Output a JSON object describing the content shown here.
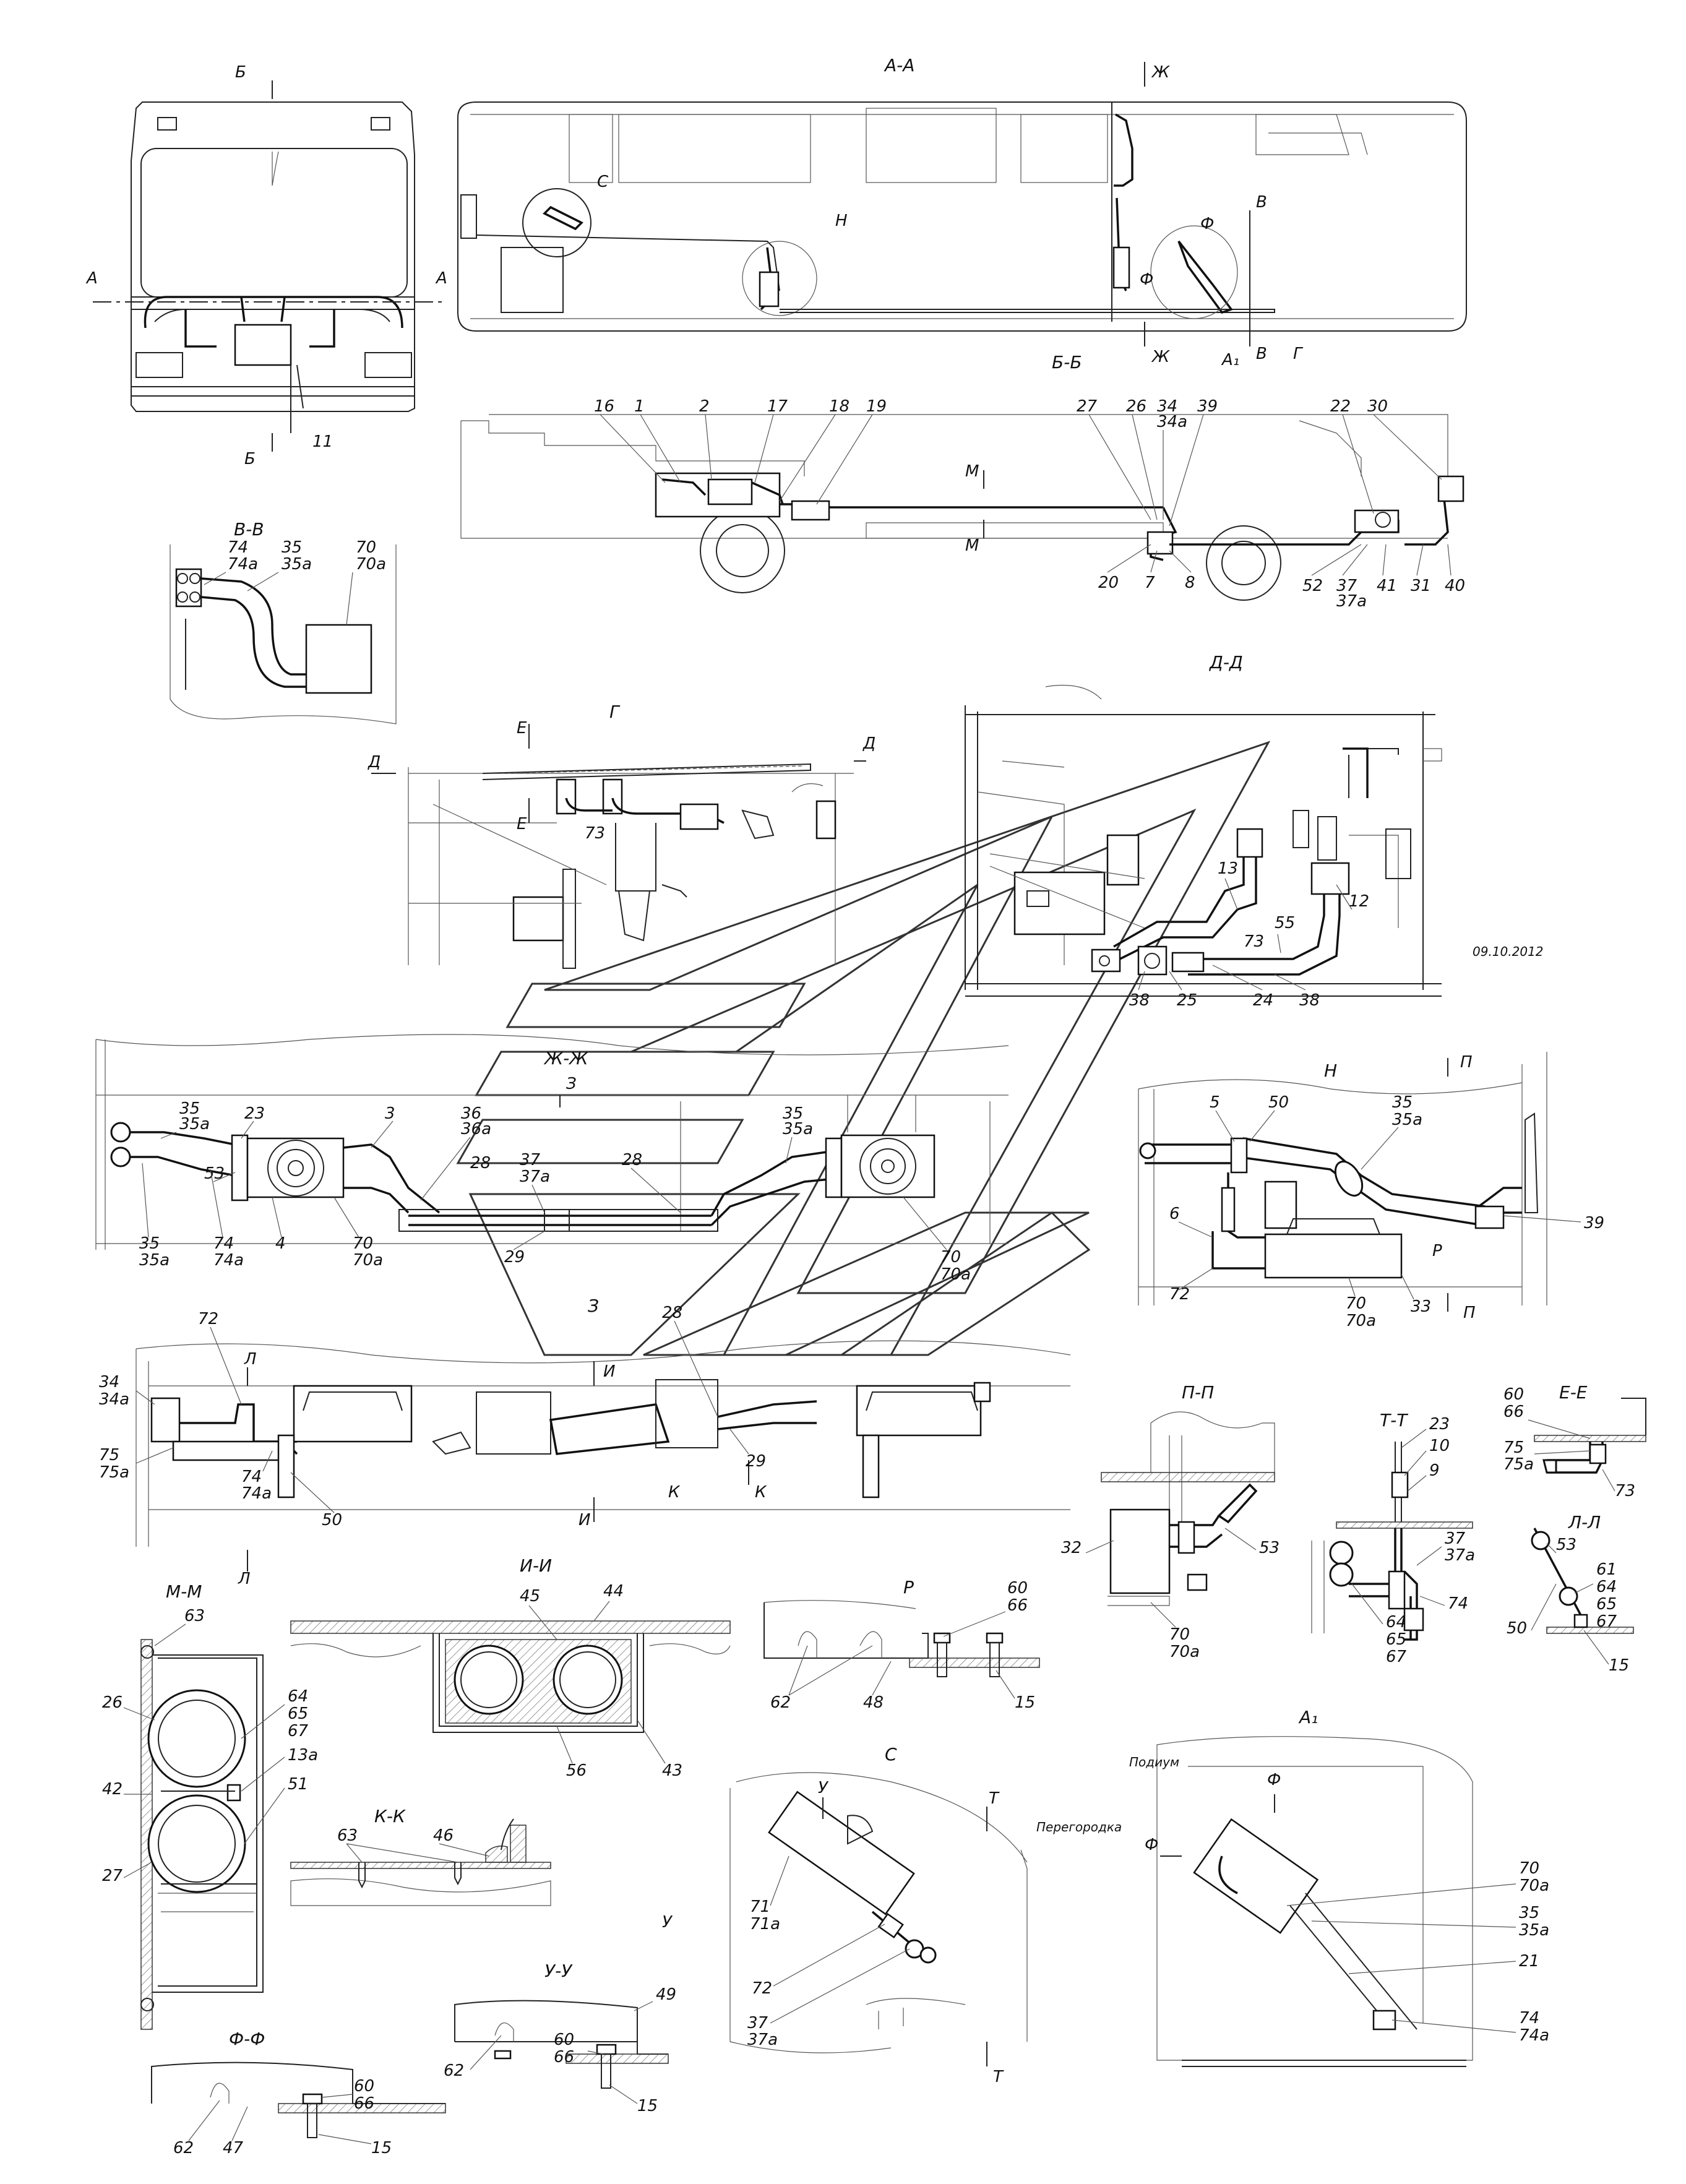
{
  "sections": {
    "a_a": "А-А",
    "b_b": "Б-Б",
    "v_v": "В-В",
    "g": "Г",
    "d_d": "Д-Д",
    "zh_zh": "Ж-Ж",
    "n": "Н",
    "z": "З",
    "p_p": "П-П",
    "t_t": "Т-Т",
    "e_e": "Е-Е",
    "l_l": "Л-Л",
    "m_m": "М-М",
    "i_i": "И-И",
    "r": "Р",
    "k_k": "К-К",
    "s": "С",
    "a1": "А₁",
    "f_f": "Ф-Ф",
    "u_u": "У-У"
  },
  "markers": {
    "a": "А",
    "b": "Б",
    "v": "В",
    "g": "Г",
    "d": "Д",
    "e": "Е",
    "zh": "Ж",
    "z": "З",
    "i": "И",
    "k": "К",
    "l": "Л",
    "m": "М",
    "n": "Н",
    "p": "П",
    "r": "Р",
    "s": "С",
    "t": "Т",
    "u": "У",
    "f": "Ф",
    "a1": "А₁"
  },
  "annotations": {
    "date": "09.10.2012",
    "podium": "Подиум",
    "partition": "Перегородка"
  },
  "parts": {
    "bb_top": [
      "16",
      "1",
      "2",
      "17",
      "18",
      "19",
      "27",
      "26",
      "34",
      "34а",
      "39",
      "22",
      "30"
    ],
    "bb_bottom": [
      "20",
      "7",
      "8",
      "52",
      "37",
      "37а",
      "41",
      "31",
      "40"
    ],
    "vv": [
      "74",
      "74а",
      "35",
      "35а",
      "70",
      "70а"
    ],
    "front": [
      "11"
    ],
    "g": [
      "73"
    ],
    "dd": [
      "13",
      "55",
      "12",
      "73",
      "38",
      "25",
      "24",
      "38"
    ],
    "zhzh_top": [
      "35",
      "35а",
      "23",
      "3",
      "36",
      "36а",
      "28",
      "37",
      "37а",
      "28",
      "35",
      "35а"
    ],
    "zhzh_bottom": [
      "53",
      "35",
      "35а",
      "74",
      "74а",
      "4",
      "70",
      "70а",
      "29",
      "70",
      "70а"
    ],
    "n": [
      "5",
      "50",
      "35",
      "35а",
      "6",
      "72",
      "39",
      "70",
      "70а",
      "33"
    ],
    "z": [
      "72",
      "34",
      "34а",
      "75",
      "75а",
      "74",
      "74а",
      "50",
      "28",
      "29"
    ],
    "pp": [
      "32",
      "53",
      "70",
      "70а"
    ],
    "tt": [
      "23",
      "10",
      "9",
      "37",
      "37а",
      "74",
      "64",
      "65",
      "67"
    ],
    "ee": [
      "60",
      "66",
      "75",
      "75а",
      "73"
    ],
    "ll": [
      "53",
      "61",
      "64",
      "65",
      "67",
      "50",
      "15"
    ],
    "mm": [
      "63",
      "26",
      "64",
      "65",
      "67",
      "13а",
      "42",
      "51",
      "27"
    ],
    "ii": [
      "45",
      "44",
      "56",
      "43"
    ],
    "r": [
      "60",
      "66",
      "62",
      "48",
      "15"
    ],
    "kk": [
      "63",
      "46"
    ],
    "s": [
      "71",
      "71а",
      "72",
      "37",
      "37а"
    ],
    "a1": [
      "70",
      "70а",
      "35",
      "35а",
      "21",
      "74",
      "74а"
    ],
    "ff": [
      "60",
      "66",
      "62",
      "47",
      "15"
    ],
    "uu": [
      "49",
      "60",
      "66",
      "62",
      "15"
    ]
  }
}
